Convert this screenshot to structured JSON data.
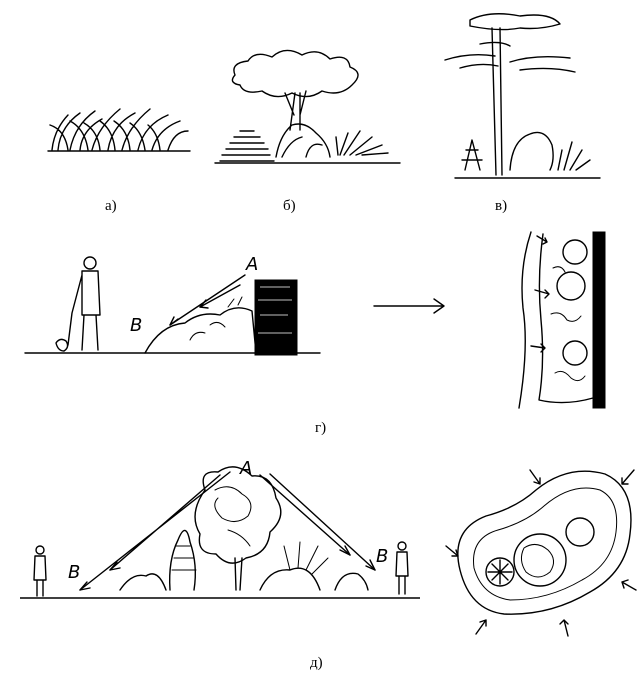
{
  "captions": {
    "a": "а)",
    "b": "б)",
    "v": "в)",
    "g": "г)",
    "d": "д)"
  },
  "sketch_labels": {
    "g_top": "A",
    "g_bottom": "B",
    "d_top": "A",
    "d_left": "B",
    "d_right": "B"
  },
  "ink_color": "#000000",
  "paper_color": "#ffffff"
}
